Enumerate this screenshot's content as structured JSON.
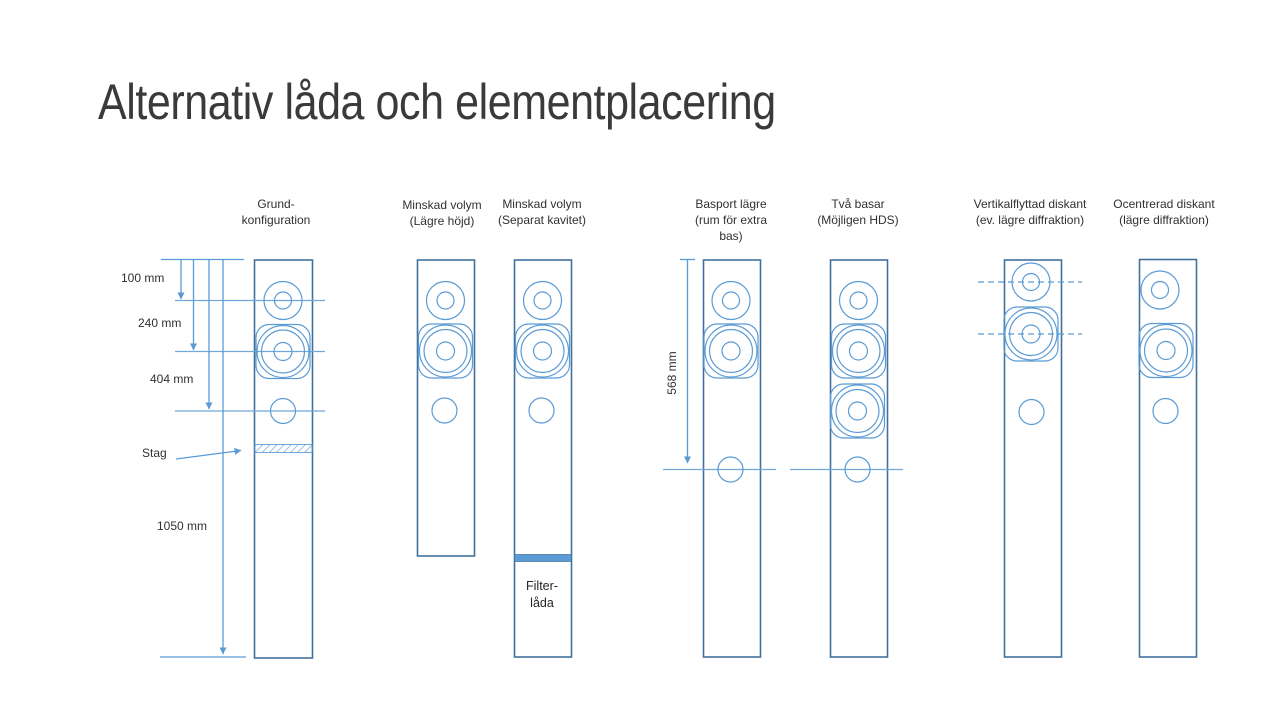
{
  "slide": {
    "title": "Alternativ låda och elementplacering"
  },
  "captions": {
    "grund": [
      "Grund-",
      "konfiguration"
    ],
    "minskad_hojd": [
      "Minskad volym",
      "(Lägre höjd)"
    ],
    "minskad_kavitet": [
      "Minskad volym",
      "(Separat kavitet)"
    ],
    "basport_lagre": [
      "Basport lägre",
      "(rum för extra",
      "bas)"
    ],
    "tva_basar": [
      "Två basar",
      "(Möjligen HDS)"
    ],
    "vertikalflyttad": [
      "Vertikalflyttad diskant",
      "(ev. lägre diffraktion)"
    ],
    "ocentrerad": [
      "Ocentrerad diskant",
      "(lägre diffraktion)"
    ]
  },
  "dimensions": {
    "tweeter_offset": "100 mm",
    "woofer_offset": "240 mm",
    "port_offset": "404 mm",
    "brace": "Stag",
    "total_height": "1050 mm",
    "basport_offset": "568 mm"
  },
  "filter_box": [
    "Filter-",
    "låda"
  ],
  "colors": {
    "cabinet_outline": "#41719C",
    "driver_outline": "#5B9BD5",
    "guide_line": "#6FA8DC",
    "dimension_line": "#5B9BD5",
    "filter_bar_fill": "#5B9BD5",
    "title_text": "#3A3A3A",
    "label_text": "#303030",
    "background": "#FFFFFF"
  }
}
